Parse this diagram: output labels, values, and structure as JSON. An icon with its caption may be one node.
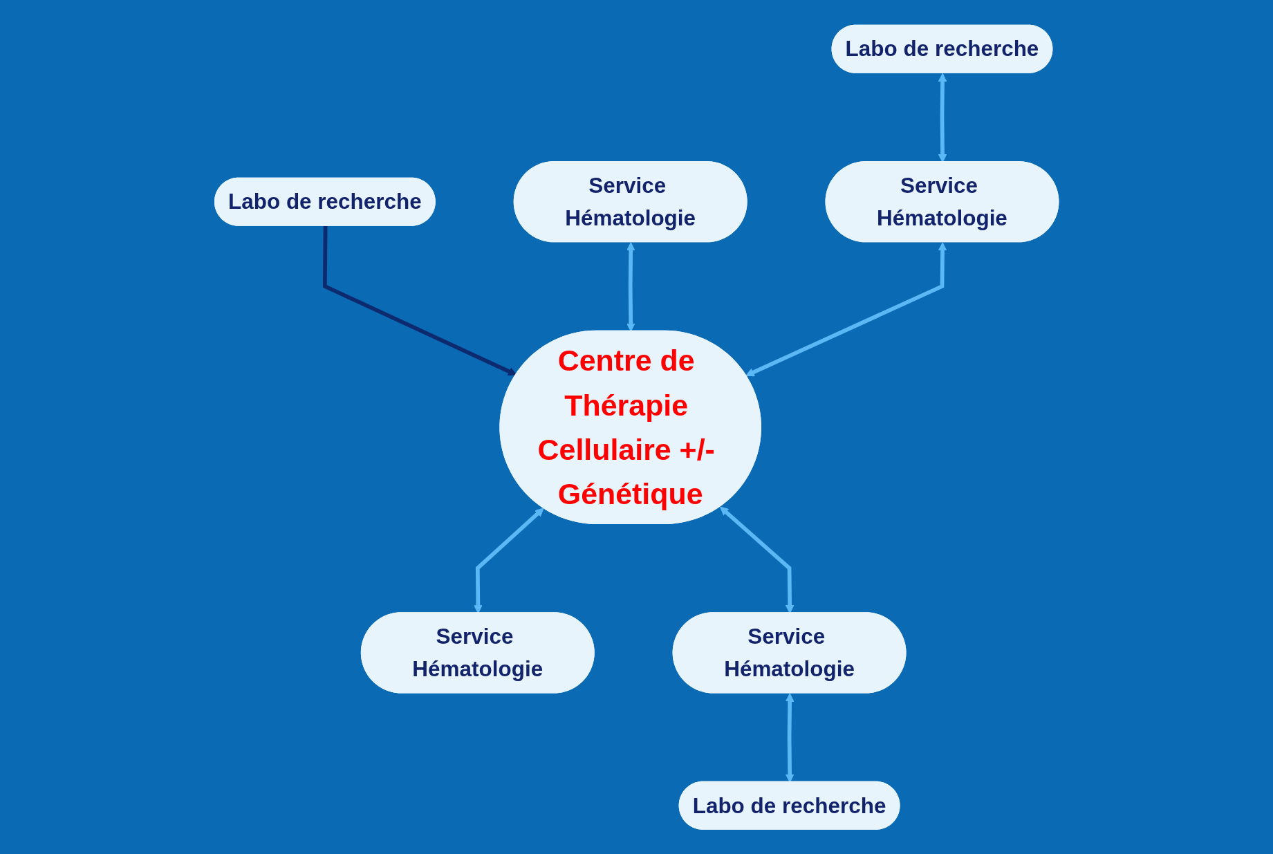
{
  "diagram": {
    "nodes": [
      {
        "text": [
          "Labo de recherche"
        ]
      },
      {
        "text": [
          "Labo de recherche"
        ]
      },
      {
        "text": [
          "Service Hématologie"
        ]
      },
      {
        "text": [
          "Service Hématologie"
        ]
      },
      {
        "text": [
          "Centre de Thérapie Cellulaire +/- Génétique"
        ]
      },
      {
        "text": [
          "Service Hématologie"
        ]
      },
      {
        "text": [
          "Service Hématologie"
        ]
      },
      {
        "text": [
          "Labo de recherche"
        ]
      }
    ],
    "edges": [
      {
        "from": 0,
        "to": 3,
        "arrow": "both"
      },
      {
        "from": 1,
        "to": 4,
        "arrow": "to",
        "color": "#0d2a6e"
      },
      {
        "from": 2,
        "to": 4,
        "arrow": "both"
      },
      {
        "from": 3,
        "to": 4,
        "arrow": "both"
      },
      {
        "from": 4,
        "to": 5,
        "arrow": "both"
      },
      {
        "from": 4,
        "to": 6,
        "arrow": "both"
      },
      {
        "from": 6,
        "to": 7,
        "arrow": "both"
      }
    ]
  }
}
